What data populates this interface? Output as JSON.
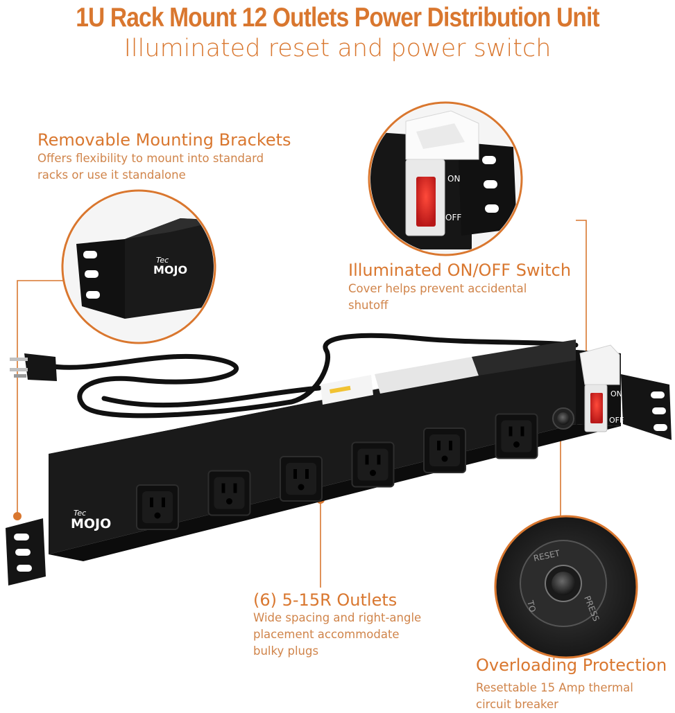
{
  "header": {
    "title": "1U Rack Mount 12 Outlets Power Distribution Unit",
    "subtitle": "Illuminated reset and power switch"
  },
  "callouts": {
    "brackets": {
      "title": "Removable Mounting Brackets",
      "desc_lines": [
        "Offers flexibility to mount into standard",
        "racks or use it standalone"
      ]
    },
    "switch": {
      "title": "Illuminated ON/OFF Switch",
      "desc_lines": [
        "Cover helps prevent accidental",
        "shutoff"
      ]
    },
    "outlets": {
      "title": "(6) 5-15R Outlets",
      "desc_lines": [
        "Wide spacing and right-angle",
        "placement accommodate",
        "bulky plugs"
      ]
    },
    "protection": {
      "title": "Overloading Protection",
      "desc_lines": [
        "Resettable 15 Amp thermal",
        "circuit breaker"
      ]
    }
  },
  "product": {
    "brand_small": "Tec",
    "brand_large": "MOJO",
    "switch_on": "ON",
    "switch_off": "OFF",
    "reset_label": "RESET",
    "press_label": "PRESS",
    "to_label": "TO",
    "outlet_count": 6
  },
  "colors": {
    "accent": "#d9772f",
    "body": "#1c1c1c",
    "switch_red": "#d42a2a"
  }
}
